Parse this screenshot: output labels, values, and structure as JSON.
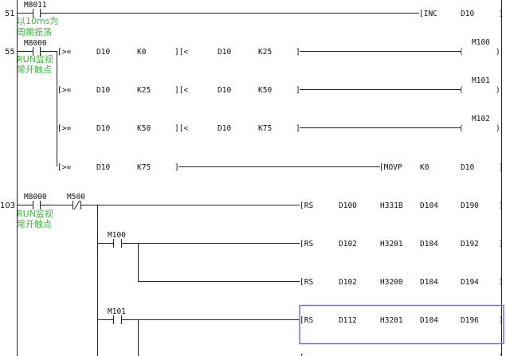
{
  "steps": [
    "51",
    "55",
    "103"
  ],
  "rung51": {
    "contact": "M8011",
    "comment1": "以10ms为",
    "comment2": "周期振荡",
    "instr": "[INC",
    "op1": "D10",
    "close": "]"
  },
  "rung55": {
    "contact": "M8000",
    "comment1": "RUN监视",
    "comment2": "常开触点",
    "rows": [
      {
        "cmp1": "[>=",
        "a1": "D10",
        "b1": "K0",
        "cmp2": "][<",
        "a2": "D10",
        "b2": "K25",
        "end": "]",
        "coil": "M100"
      },
      {
        "cmp1": "[>=",
        "a1": "D10",
        "b1": "K25",
        "cmp2": "][<",
        "a2": "D10",
        "b2": "K50",
        "end": "]",
        "coil": "M101"
      },
      {
        "cmp1": "[>=",
        "a1": "D10",
        "b1": "K50",
        "cmp2": "][<",
        "a2": "D10",
        "b2": "K75",
        "end": "]",
        "coil": "M102"
      }
    ],
    "last": {
      "cmp1": "[>=",
      "a1": "D10",
      "b1": "K75",
      "end": "]",
      "instr": "[MOVP",
      "op1": "K0",
      "op2": "D10",
      "close": "]"
    }
  },
  "rung103": {
    "contact1": "M8000",
    "contact2": "M500",
    "comment1": "RUN监视",
    "comment2": "常开触点",
    "branch_contacts": [
      "M100",
      "M101"
    ],
    "rows": [
      {
        "instr": "[RS",
        "a": "D100",
        "b": "H331B",
        "c": "D104",
        "d": "D190",
        "close": "]"
      },
      {
        "instr": "[RS",
        "a": "D102",
        "b": "H3201",
        "c": "D104",
        "d": "D192",
        "close": "]"
      },
      {
        "instr": "[RS",
        "a": "D102",
        "b": "H3200",
        "c": "D104",
        "d": "D194",
        "close": "]"
      },
      {
        "instr": "[RS",
        "a": "D112",
        "b": "H3201",
        "c": "D104",
        "d": "D196",
        "close": "]"
      }
    ]
  },
  "colors": {
    "wire": "#222222",
    "comment": "#3cb93c",
    "selection": "#6f6ff5"
  }
}
